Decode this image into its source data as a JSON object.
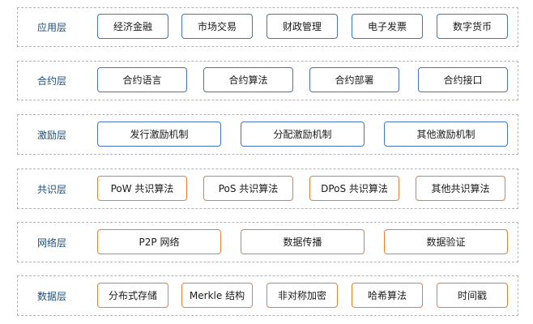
{
  "colors": {
    "blue_border": "#4472c4",
    "orange_border": "#ed7d31",
    "dashed_border": "#b3b3b3",
    "label_text": "#1f4e79"
  },
  "layers": [
    {
      "label": "应用层",
      "items": [
        "经济金融",
        "市场交易",
        "财政管理",
        "电子发票",
        "数字货币"
      ]
    },
    {
      "label": "合约层",
      "items": [
        "合约语言",
        "合约算法",
        "合约部署",
        "合约接口"
      ]
    },
    {
      "label": "激励层",
      "items": [
        "发行激励机制",
        "分配激励机制",
        "其他激励机制"
      ]
    },
    {
      "label": "共识层",
      "items": [
        "PoW 共识算法",
        "PoS 共识算法",
        "DPoS 共识算法",
        "其他共识算法"
      ]
    },
    {
      "label": "网络层",
      "items": [
        "P2P 网络",
        "数据传播",
        "数据验证"
      ]
    },
    {
      "label": "数据层",
      "items": [
        "分布式存储",
        "Merkle 结构",
        "非对称加密",
        "哈希算法",
        "时间戳"
      ]
    }
  ]
}
